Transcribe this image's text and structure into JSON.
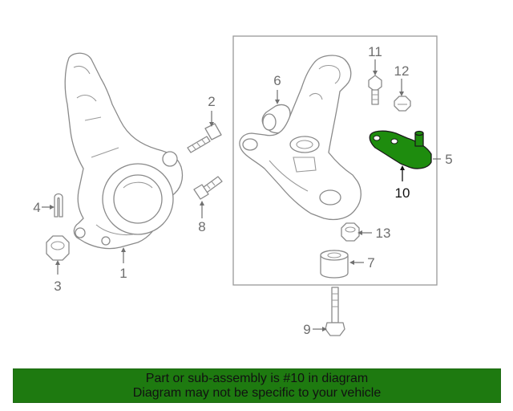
{
  "colors": {
    "highlight": "#1e8c0e",
    "banner_background": "#1e7a10",
    "line": "#8a8a8a",
    "box_border": "#999999"
  },
  "callouts": [
    {
      "id": "1",
      "label": "1"
    },
    {
      "id": "2",
      "label": "2"
    },
    {
      "id": "3",
      "label": "3"
    },
    {
      "id": "4",
      "label": "4"
    },
    {
      "id": "5",
      "label": "5"
    },
    {
      "id": "6",
      "label": "6"
    },
    {
      "id": "7",
      "label": "7"
    },
    {
      "id": "8",
      "label": "8"
    },
    {
      "id": "9",
      "label": "9"
    },
    {
      "id": "10",
      "label": "10",
      "highlighted": true
    },
    {
      "id": "11",
      "label": "11"
    },
    {
      "id": "12",
      "label": "12"
    },
    {
      "id": "13",
      "label": "13"
    }
  ],
  "banner": {
    "line1": "Part or sub-assembly is #10 in diagram",
    "line2": "Diagram may not be specific to your vehicle"
  }
}
